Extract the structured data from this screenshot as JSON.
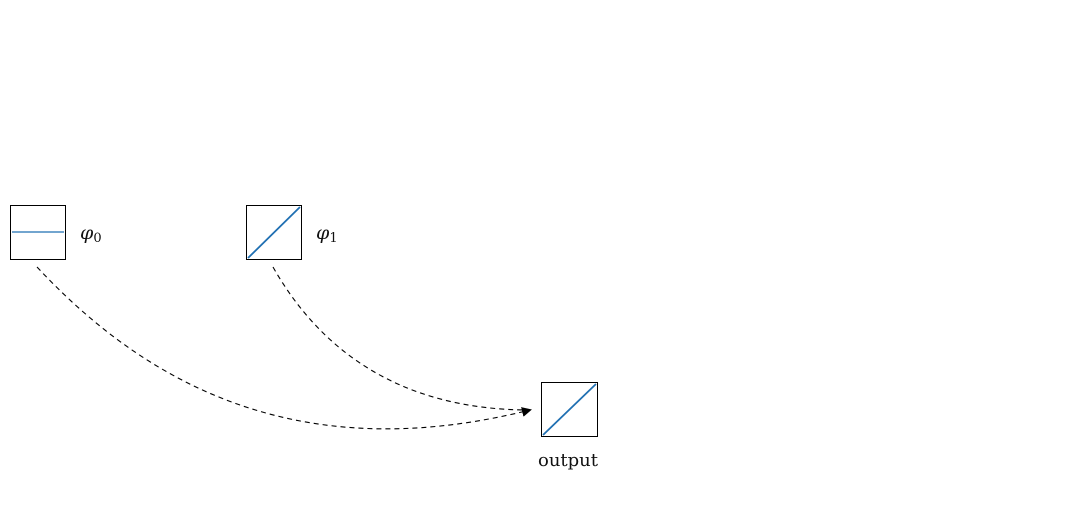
{
  "diagram": {
    "accent_color": "#1f6fb2",
    "nodes": [
      {
        "id": "phi0",
        "symbol": "φ",
        "subscript": "0",
        "plot": "constant"
      },
      {
        "id": "phi1",
        "symbol": "φ",
        "subscript": "1",
        "plot": "linear"
      },
      {
        "id": "output",
        "label": "output",
        "plot": "linear"
      }
    ],
    "edges": [
      {
        "from": "phi0",
        "to": "output",
        "style": "dashed"
      },
      {
        "from": "phi1",
        "to": "output",
        "style": "dashed"
      }
    ]
  }
}
